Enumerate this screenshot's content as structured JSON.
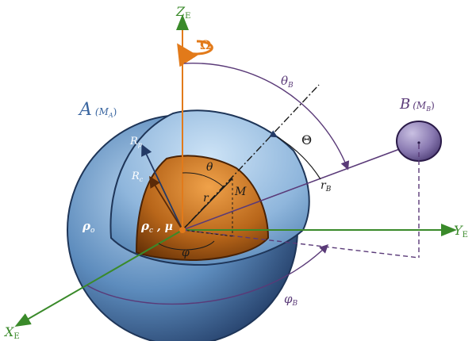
{
  "labels": {
    "z_axis": "Z",
    "z_sub": "E",
    "y_axis": "Y",
    "y_sub": "E",
    "x_axis": "X",
    "x_sub": "E",
    "omega": "Ω",
    "body_a": "A",
    "mass_a": "(M",
    "mass_a_sub": "A",
    "mass_a_close": ")",
    "body_b": "B",
    "mass_b": "(M",
    "mass_b_sub": "B",
    "mass_b_close": ")",
    "theta_b": "θ",
    "theta_b_sub": "B",
    "big_theta": "Θ",
    "r_b": "r",
    "r_b_sub": "B",
    "phi_b": "φ",
    "phi_b_sub": "B",
    "r_p": "R",
    "r_p_sub": "p",
    "r_c": "R",
    "r_c_sub": "c",
    "theta": "θ",
    "r": "r",
    "m_point": "M",
    "phi": "φ",
    "rho_o": "ρ",
    "rho_o_sub": "o",
    "rho_c_mu": "ρ",
    "rho_c_sub": "c",
    "mu": " , μ"
  },
  "colors": {
    "z_axis": "#e27a1a",
    "axes": "#3a8a2a",
    "arcs": "#5a3a78",
    "core": "#b8661a",
    "ocean": "#4a78a8",
    "body_b": "#8878b0",
    "text_light": "#ffffff"
  }
}
